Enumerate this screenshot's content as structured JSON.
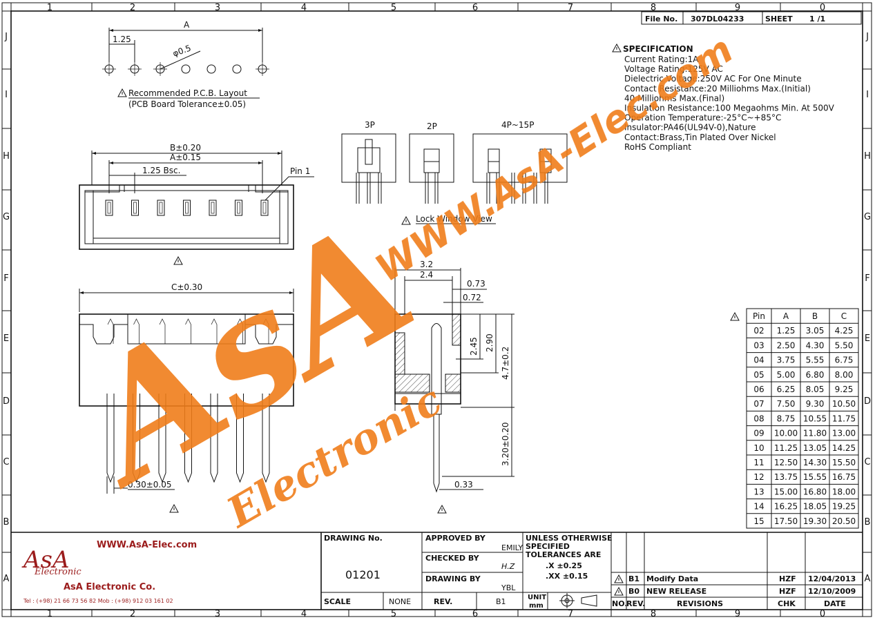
{
  "header": {
    "file_no_label": "File No.",
    "file_no": "307DL04233",
    "sheet_label": "SHEET",
    "sheet": "1 /1"
  },
  "border": {
    "cols": [
      "1",
      "2",
      "3",
      "4",
      "5",
      "6",
      "7",
      "8",
      "9",
      "0"
    ],
    "rows": [
      "J",
      "I",
      "H",
      "G",
      "F",
      "E",
      "D",
      "C",
      "B",
      "A"
    ]
  },
  "pcb": {
    "dim_a": "A",
    "dim_pitch": "1.25",
    "dim_hole": "φ0.5",
    "title": "Recommended P.C.B. Layout",
    "tolerance": "(PCB Board Tolerance±0.05)"
  },
  "top_view": {
    "dim_b": "B±0.20",
    "dim_a": "A±0.15",
    "dim_bsc": "1.25 Bsc.",
    "pin1": "Pin 1"
  },
  "lock": {
    "l3p": "3P",
    "l2p": "2P",
    "l4p": "4P~15P",
    "title": "Lock Window View"
  },
  "front_view": {
    "dim_c": "C±0.30",
    "dim_pin": "0.30±0.05"
  },
  "side_view": {
    "d32": "3.2",
    "d24": "2.4",
    "d073": "0.73",
    "d072": "0.72",
    "d245": "2.45",
    "d290": "2.90",
    "d47": "4.7±0.2",
    "d320": "3.20±0.20",
    "d033": "0.33"
  },
  "spec": {
    "title": "SPECIFICATION",
    "lines": [
      "Current Rating:1A",
      "Voltage Rating:125V AC",
      "Dielectric Voltage:250V AC For One Minute",
      "Contact Resistance:20 Milliohms Max.(Initial)",
      "                   40 Milliohms Max.(Final)",
      "Insulation Resistance:100 Megaohms Min. At 500V",
      "Operation Temperature:-25°C~+85°C",
      "Insulator:PA46(UL94V-0),Nature",
      "Contact:Brass,Tin Plated Over Nickel",
      "RoHS Compliant"
    ]
  },
  "pin_table": {
    "headers": [
      "Pin",
      "A",
      "B",
      "C"
    ],
    "rows": [
      [
        "02",
        "1.25",
        "3.05",
        "4.25"
      ],
      [
        "03",
        "2.50",
        "4.30",
        "5.50"
      ],
      [
        "04",
        "3.75",
        "5.55",
        "6.75"
      ],
      [
        "05",
        "5.00",
        "6.80",
        "8.00"
      ],
      [
        "06",
        "6.25",
        "8.05",
        "9.25"
      ],
      [
        "07",
        "7.50",
        "9.30",
        "10.50"
      ],
      [
        "08",
        "8.75",
        "10.55",
        "11.75"
      ],
      [
        "09",
        "10.00",
        "11.80",
        "13.00"
      ],
      [
        "10",
        "11.25",
        "13.05",
        "14.25"
      ],
      [
        "11",
        "12.50",
        "14.30",
        "15.50"
      ],
      [
        "12",
        "13.75",
        "15.55",
        "16.75"
      ],
      [
        "13",
        "15.00",
        "16.80",
        "18.00"
      ],
      [
        "14",
        "16.25",
        "18.05",
        "19.25"
      ],
      [
        "15",
        "17.50",
        "19.30",
        "20.50"
      ]
    ]
  },
  "title_block": {
    "company_url": "WWW.AsA-Elec.com",
    "logo_text": "AsA",
    "logo_sub": "Electronic",
    "company_name": "AsA Electronic Co.",
    "contact": "Tel : (+98) 21 66 73 56 82 Mob : (+98) 912 03 161 02",
    "drawing_no_label": "DRAWING No.",
    "drawing_no": "01201",
    "scale_label": "SCALE",
    "scale": "NONE",
    "rev_label": "REV.",
    "rev": "B1",
    "approved_label": "APPROVED BY",
    "approved": "EMILY",
    "checked_label": "CHECKED BY",
    "checked": "H.Z",
    "drawing_by_label": "DRAWING BY",
    "drawing_by": "YBL",
    "tol_line1": "UNLESS OTHERWISE",
    "tol_line2": "SPECIFIED",
    "tol_line3": "TOLERANCES ARE",
    "tol_x": ".X ±0.25",
    "tol_xx": ".XX ±0.15",
    "unit_label": "UNIT",
    "unit": "mm"
  },
  "revisions": {
    "headers": [
      "NO.",
      "REV.",
      "REVISIONS",
      "CHK",
      "DATE"
    ],
    "rows": [
      [
        "B1",
        "Modify Data",
        "HZF",
        "12/04/2013"
      ],
      [
        "B0",
        "NEW RELEASE",
        "HZF",
        "12/10/2009"
      ]
    ]
  },
  "watermark": {
    "url": "WWW.AsA-Elec.com",
    "logo": "AsA",
    "sub": "Electronic"
  },
  "colors": {
    "ink": "#111111",
    "watermark": "#f07d1a",
    "logo_red": "#9b1c1c"
  }
}
